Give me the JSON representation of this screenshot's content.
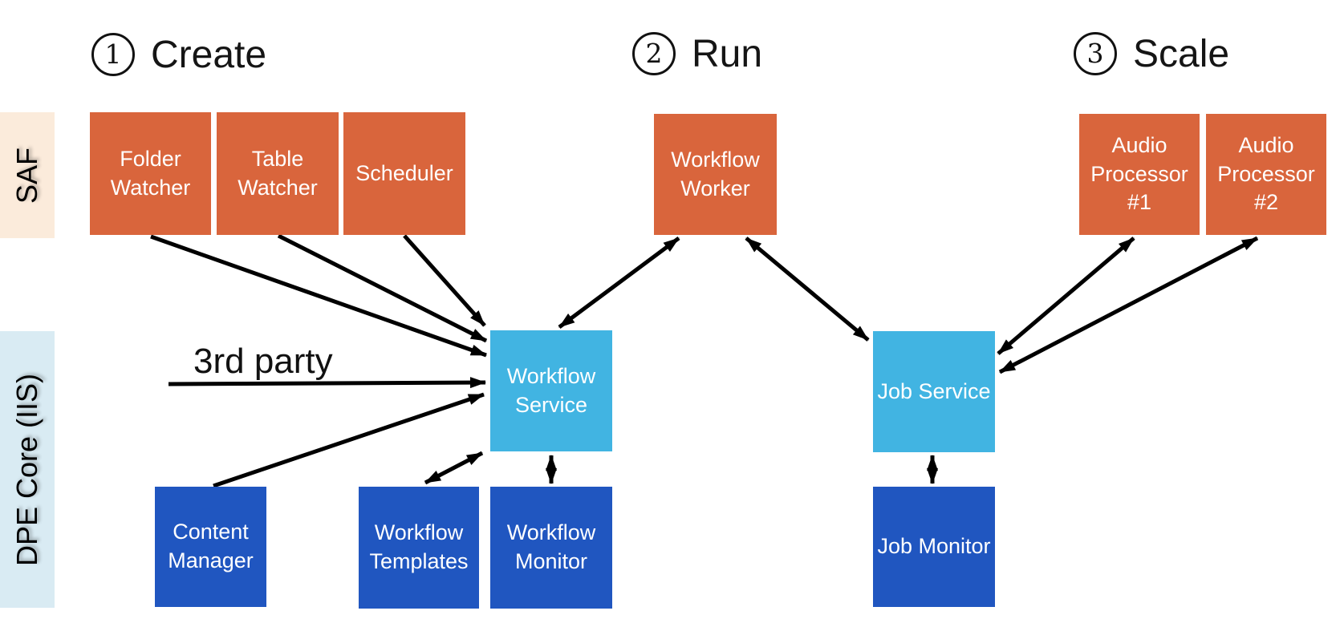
{
  "diagram": {
    "title_sections": [
      {
        "number": "1",
        "label": "Create"
      },
      {
        "number": "2",
        "label": "Run"
      },
      {
        "number": "3",
        "label": "Scale"
      }
    ],
    "lanes": [
      {
        "id": "saf",
        "label": "SAF"
      },
      {
        "id": "dpe_core",
        "label": "DPE Core (IIS)"
      }
    ],
    "nodes": {
      "folder_watcher": {
        "label": "Folder Watcher",
        "kind": "trigger"
      },
      "table_watcher": {
        "label": "Table Watcher",
        "kind": "trigger"
      },
      "scheduler": {
        "label": "Scheduler",
        "kind": "trigger"
      },
      "workflow_worker": {
        "label": "Workflow Worker",
        "kind": "worker"
      },
      "audio_processor_1": {
        "label": "Audio Processor #1",
        "kind": "worker"
      },
      "audio_processor_2": {
        "label": "Audio Processor #2",
        "kind": "worker"
      },
      "workflow_service": {
        "label": "Workflow Service",
        "kind": "service"
      },
      "job_service": {
        "label": "Job Service",
        "kind": "service"
      },
      "content_manager": {
        "label": "Content Manager",
        "kind": "core"
      },
      "workflow_templates": {
        "label": "Workflow Templates",
        "kind": "core"
      },
      "workflow_monitor": {
        "label": "Workflow Monitor",
        "kind": "core"
      },
      "job_monitor": {
        "label": "Job Monitor",
        "kind": "core"
      }
    },
    "annotations": {
      "third_party": "3rd party"
    },
    "edges": [
      {
        "from": "folder_watcher",
        "to": "workflow_service",
        "bidirectional": false
      },
      {
        "from": "table_watcher",
        "to": "workflow_service",
        "bidirectional": false
      },
      {
        "from": "scheduler",
        "to": "workflow_service",
        "bidirectional": false
      },
      {
        "from": "third_party",
        "to": "workflow_service",
        "bidirectional": false
      },
      {
        "from": "content_manager",
        "to": "workflow_service",
        "bidirectional": false
      },
      {
        "from": "workflow_service",
        "to": "workflow_templates",
        "bidirectional": true
      },
      {
        "from": "workflow_service",
        "to": "workflow_monitor",
        "bidirectional": true
      },
      {
        "from": "workflow_service",
        "to": "workflow_worker",
        "bidirectional": true
      },
      {
        "from": "workflow_worker",
        "to": "job_service",
        "bidirectional": true
      },
      {
        "from": "job_service",
        "to": "job_monitor",
        "bidirectional": true
      },
      {
        "from": "job_service",
        "to": "audio_processor_1",
        "bidirectional": true
      },
      {
        "from": "job_service",
        "to": "audio_processor_2",
        "bidirectional": true
      }
    ],
    "colors": {
      "orange": "#D9653C",
      "cyan": "#41B4E2",
      "dark_blue": "#2056C0",
      "saf_band": "#FBEBDB",
      "dpe_band": "#D9EBF3",
      "arrow": "#000000",
      "box_text": "#FFFFFF",
      "heading_text": "#111111"
    }
  }
}
